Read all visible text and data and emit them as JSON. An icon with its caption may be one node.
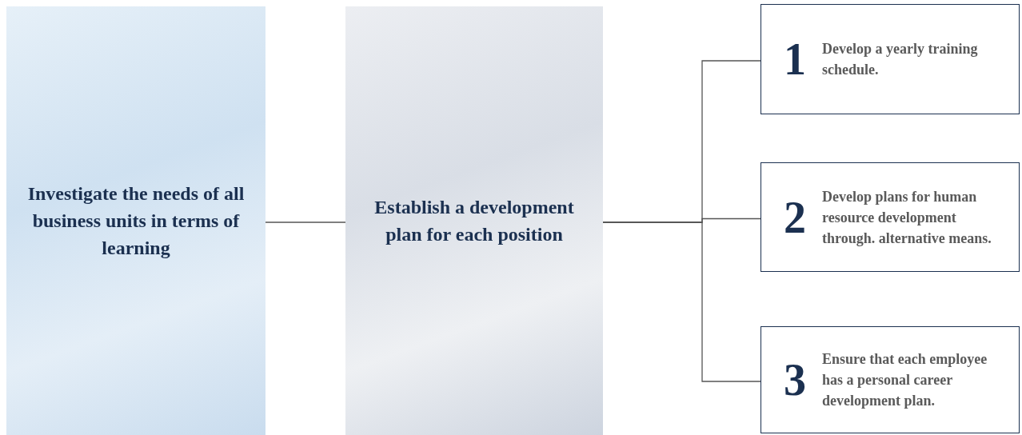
{
  "diagram": {
    "nodes": [
      {
        "text": [
          "Investigate the needs of all business units in terms of learning"
        ]
      },
      {
        "text": [
          "Establish a development plan for each position"
        ]
      },
      {
        "text": [
          "1",
          "Develop a yearly training schedule."
        ]
      },
      {
        "text": [
          "2",
          "Develop plans for human resource development through. alternative means."
        ]
      },
      {
        "text": [
          "3",
          "Ensure that each employee has a personal career development plan."
        ]
      }
    ],
    "edges": [
      {
        "from": 0,
        "to": 1,
        "arrow": "none"
      },
      {
        "from": 1,
        "to": 2,
        "arrow": "none"
      },
      {
        "from": 1,
        "to": 3,
        "arrow": "none"
      },
      {
        "from": 1,
        "to": 4,
        "arrow": "none"
      }
    ]
  }
}
